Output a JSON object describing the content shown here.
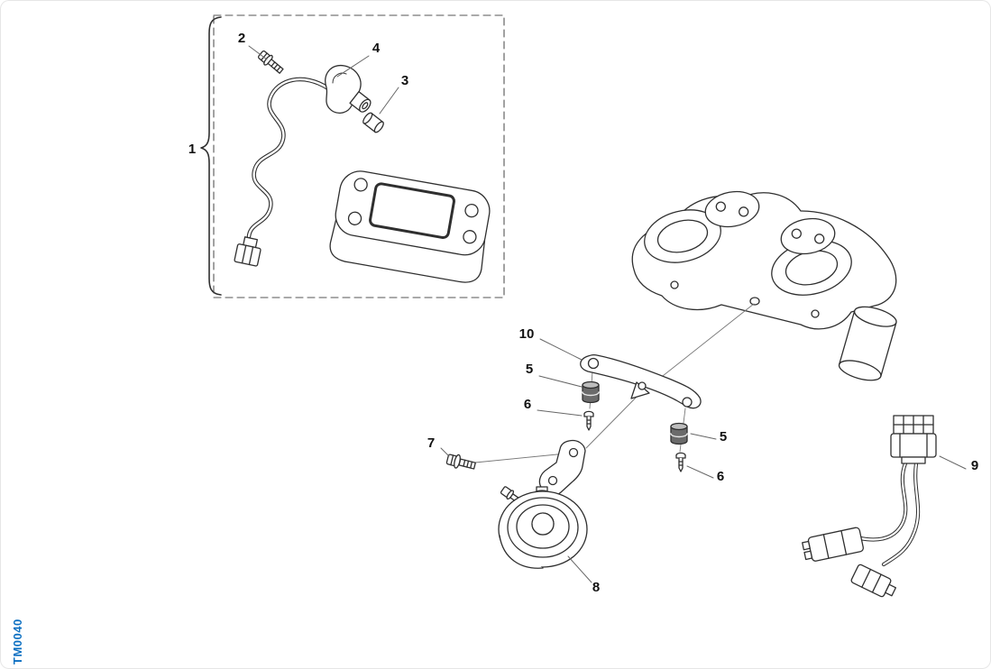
{
  "diagram": {
    "watermark": "TM0040",
    "colors": {
      "line": "#2f2f2f",
      "leader": "#666666",
      "callout_text": "#111111",
      "watermark_blue": "#0b6fc2",
      "background": "#ffffff"
    },
    "callouts": {
      "c1": "1",
      "c2": "2",
      "c3": "3",
      "c4": "4",
      "c5a": "5",
      "c5b": "5",
      "c6a": "6",
      "c6b": "6",
      "c7": "7",
      "c8": "8",
      "c9": "9",
      "c10": "10"
    }
  }
}
